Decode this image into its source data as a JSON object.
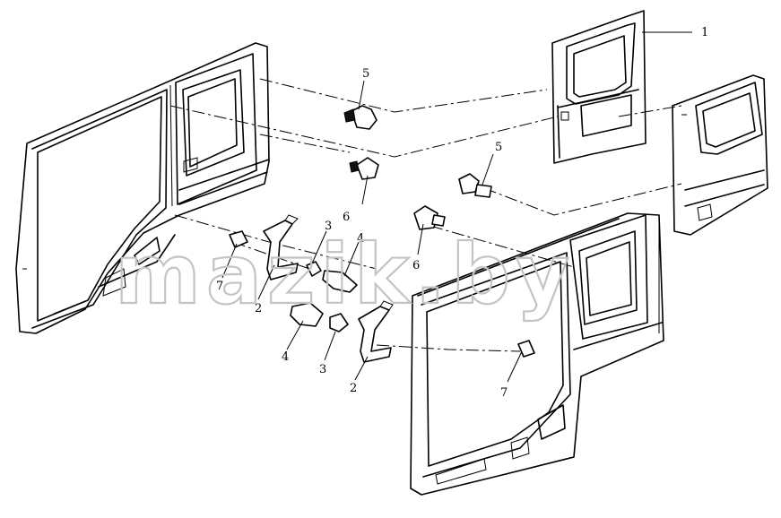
{
  "watermark": "mazik.by",
  "callouts": [
    {
      "id": "c1",
      "text": "1"
    },
    {
      "id": "c2a",
      "text": "2"
    },
    {
      "id": "c2b",
      "text": "2"
    },
    {
      "id": "c3a",
      "text": "3"
    },
    {
      "id": "c3b",
      "text": "3"
    },
    {
      "id": "c4a",
      "text": "4"
    },
    {
      "id": "c4b",
      "text": "4"
    },
    {
      "id": "c5a",
      "text": "5"
    },
    {
      "id": "c5b",
      "text": "5"
    },
    {
      "id": "c6a",
      "text": "6"
    },
    {
      "id": "c6b",
      "text": "6"
    },
    {
      "id": "c7a",
      "text": "7"
    },
    {
      "id": "c7b",
      "text": "7"
    }
  ]
}
